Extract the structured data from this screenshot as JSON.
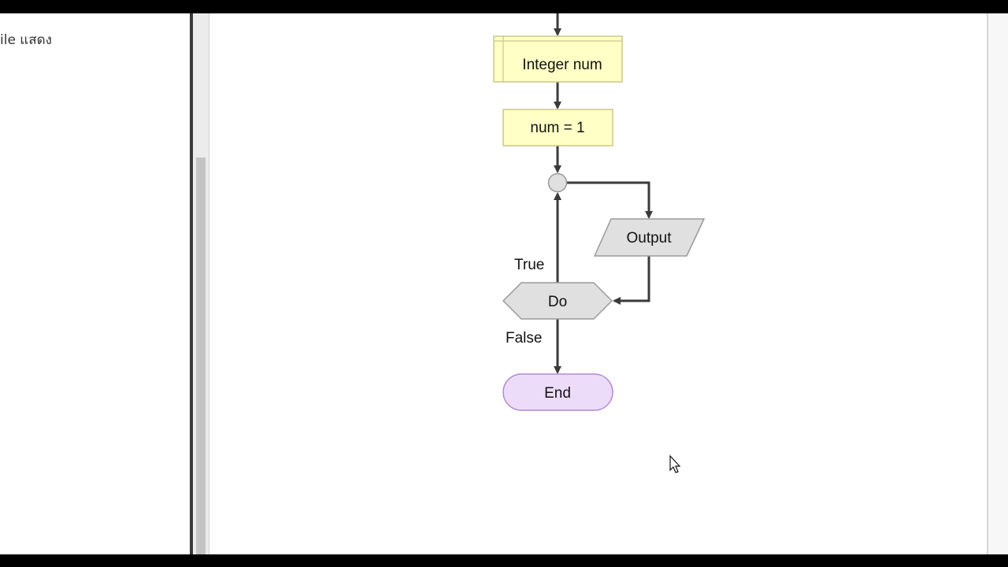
{
  "left_panel": {
    "text": "ile แสดง"
  },
  "flowchart": {
    "declare_node": {
      "label": "Integer num"
    },
    "assign_node": {
      "label": "num = 1"
    },
    "output_node": {
      "label": "Output"
    },
    "do_node": {
      "label": "Do"
    },
    "end_node": {
      "label": "End"
    },
    "true_label": "True",
    "false_label": "False"
  },
  "colors": {
    "declare_fill": "#ffffc6",
    "declare_stroke": "#c9c98a",
    "shape_gray_fill": "#e0e0e0",
    "shape_gray_stroke": "#9a9a9a",
    "end_fill": "#ecdcfa",
    "end_stroke": "#b48ad0",
    "arrow": "#3a3a3a"
  }
}
